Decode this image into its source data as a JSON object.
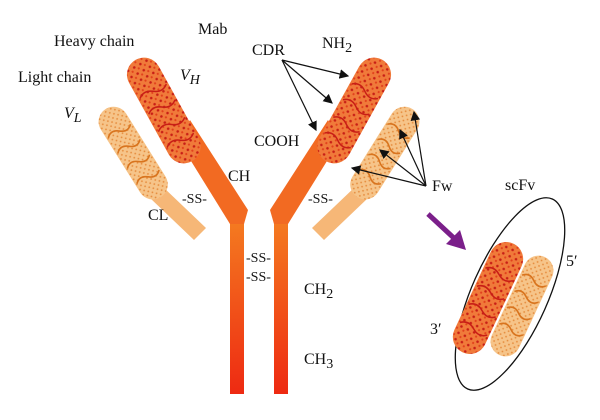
{
  "labels": {
    "mab": "Mab",
    "heavy_chain": "Heavy chain",
    "light_chain": "Light chain",
    "vh": "V",
    "vh_sub": "H",
    "vl": "V",
    "vl_sub": "L",
    "cdr": "CDR",
    "nh2": "NH",
    "nh2_sub": "2",
    "cooh": "COOH",
    "ch": "CH",
    "cl": "CL",
    "fw": "Fw",
    "ss_left": "-SS-",
    "ss_right": "-SS-",
    "ss_hinge_1": "-SS-",
    "ss_hinge_2": "-SS-",
    "ch2": "CH",
    "ch2_sub": "2",
    "ch3": "CH",
    "ch3_sub": "3",
    "scfv": "scFv",
    "five_prime": "5′",
    "three_prime": "3′"
  },
  "colors": {
    "heavy_variable": "#f07a3a",
    "heavy_dots": "#d6281e",
    "light_variable": "#f6c489",
    "light_pattern": "#f3a04a",
    "light_constant": "#f6b777",
    "heavy_constant": "#f26a22",
    "fc_top": "#f47a20",
    "fc_bottom": "#ee2a12",
    "arrow": "#7b1f8a",
    "line": "#111111"
  }
}
